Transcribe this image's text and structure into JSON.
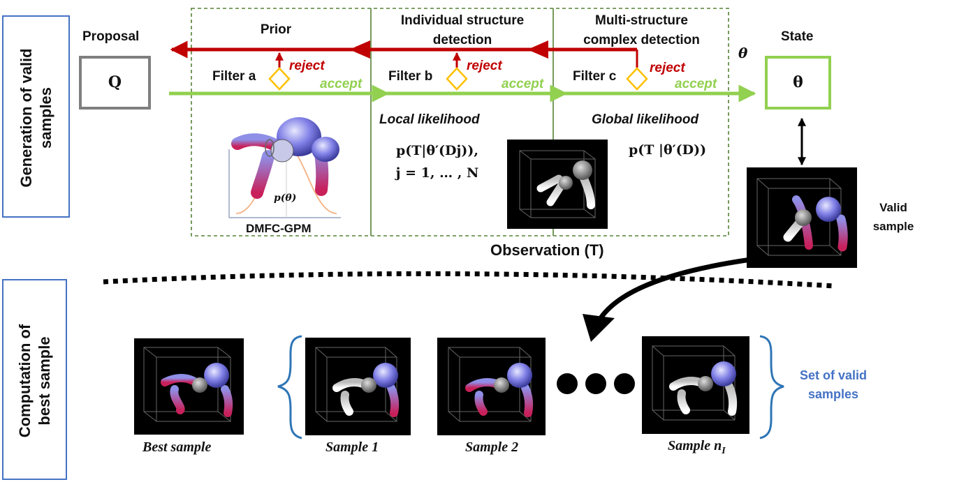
{
  "left_labels": {
    "generation": [
      "Generation of valid",
      "samples"
    ],
    "computation": [
      "Computation of",
      "best sample"
    ]
  },
  "proposal": {
    "title": "Proposal",
    "symbol": "Q"
  },
  "state": {
    "title": "State",
    "symbol": "θ",
    "theta_label": "θ"
  },
  "stages": [
    {
      "title": [
        "Prior"
      ],
      "filter": "Filter a"
    },
    {
      "title": [
        "Individual structure",
        "detection"
      ],
      "filter": "Filter b",
      "likelihood": "Local likelihood",
      "formula": [
        "p(T|θ′(Dj)),",
        "j = 1, … , N"
      ]
    },
    {
      "title": [
        "Multi-structure",
        "complex detection"
      ],
      "filter": "Filter c",
      "likelihood": "Global likelihood",
      "formula": [
        "p(T |θ′(D))"
      ]
    }
  ],
  "flow": {
    "reject": "reject",
    "accept": "accept"
  },
  "prior_model": {
    "name": "DMFC-GPM",
    "density": "p(θ)"
  },
  "observation": "Observation (T)",
  "valid_sample": [
    "Valid",
    "sample"
  ],
  "samples": {
    "best": "Best sample",
    "items": [
      "Sample 1",
      "Sample 2"
    ],
    "last": "Sample n",
    "last_sub": "I",
    "set_label": [
      "Set of valid",
      "samples"
    ]
  },
  "colors": {
    "red_arrow": "#c00000",
    "green_arrow": "#92d050",
    "filter_diamond": "#ffc000",
    "dashed_border": "#548235",
    "label_border": "#4472c4",
    "proposal_border": "#7f7f7f"
  }
}
